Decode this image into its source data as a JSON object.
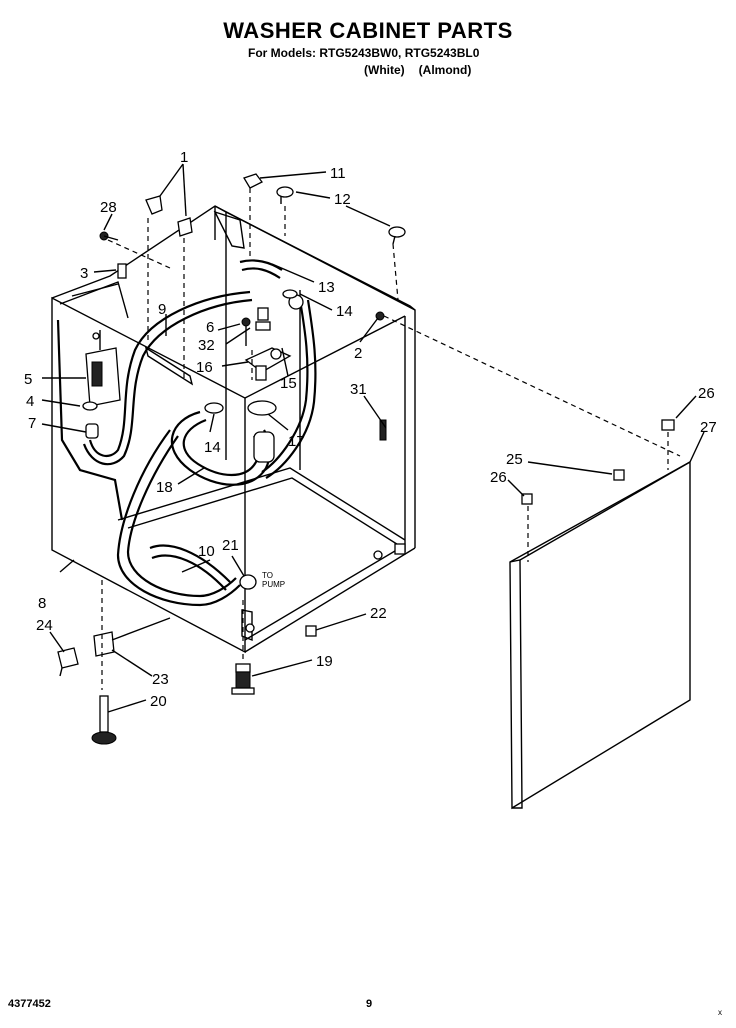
{
  "header": {
    "title": "WASHER CABINET PARTS",
    "models": "For Models: RTG5243BW0, RTG5243BL0",
    "color_white": "(White)",
    "color_almond": "(Almond)"
  },
  "callouts": {
    "c1": "1",
    "c2": "2",
    "c3": "3",
    "c4": "4",
    "c5": "5",
    "c6": "6",
    "c7": "7",
    "c8": "8",
    "c9": "9",
    "c10": "10",
    "c11": "11",
    "c12": "12",
    "c13": "13",
    "c14a": "14",
    "c14b": "14",
    "c15": "15",
    "c16": "16",
    "c17": "17",
    "c18": "18",
    "c19": "19",
    "c20": "20",
    "c21": "21",
    "c22": "22",
    "c23": "23",
    "c24": "24",
    "c25": "25",
    "c26a": "26",
    "c26b": "26",
    "c27": "27",
    "c28": "28",
    "c31": "31",
    "c32": "32"
  },
  "annotations": {
    "to_pump_line1": "TO",
    "to_pump_line2": "PUMP"
  },
  "footer": {
    "doc_number": "4377452",
    "page": "9",
    "mark": "x"
  }
}
